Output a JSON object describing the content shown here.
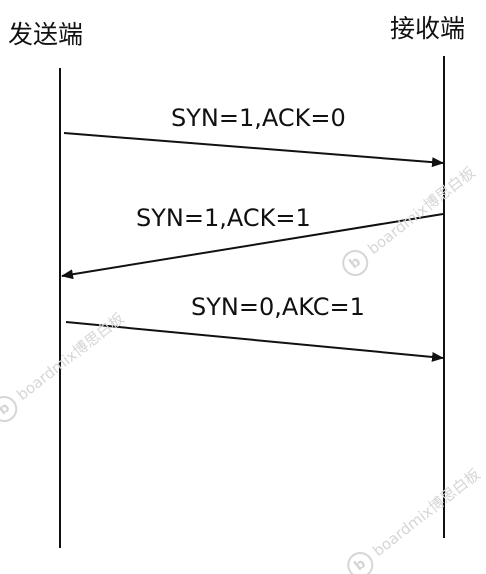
{
  "parties": {
    "sender": "发送端",
    "receiver": "接收端"
  },
  "messages": [
    {
      "label": "SYN=1,ACK=0",
      "direction": "sender-to-receiver"
    },
    {
      "label": "SYN=1,ACK=1",
      "direction": "receiver-to-sender"
    },
    {
      "label": "SYN=0,AKC=1",
      "direction": "sender-to-receiver"
    }
  ],
  "watermark": {
    "logo": "b",
    "text": "boardmix博思白板"
  },
  "colors": {
    "line": "#111111",
    "text": "#111111",
    "watermark": "#d6d6d6"
  }
}
